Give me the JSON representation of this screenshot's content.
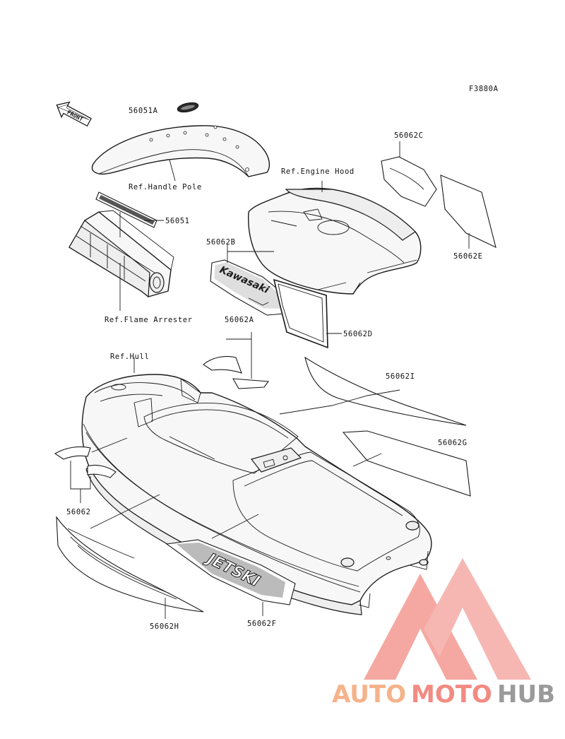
{
  "figure_code": "F3880A",
  "front_label": "FRONT",
  "part_numbers": {
    "p56051A": "56051A",
    "p56051": "56051",
    "p56062B": "56062B",
    "p56062C": "56062C",
    "p56062E": "56062E",
    "p56062D": "56062D",
    "p56062A": "56062A",
    "p56062I": "56062I",
    "p56062G": "56062G",
    "p56062": "56062",
    "p56062H": "56062H",
    "p56062F": "56062F"
  },
  "references": {
    "handle_pole": "Ref.Handle Pole",
    "engine_hood": "Ref.Engine Hood",
    "flame_arrester": "Ref.Flame Arrester",
    "hull": "Ref.Hull"
  },
  "decal_text": {
    "kawasaki": "Kawasaki",
    "jetski": "JETSKI"
  },
  "watermark": {
    "auto": "AUTO",
    "moto": "MOTO",
    "hub": "HUB",
    "color_auto": "#f5b38a",
    "color_moto": "#f28b82",
    "color_hub": "#9a9a9a",
    "logo_color": "#f28b82"
  }
}
